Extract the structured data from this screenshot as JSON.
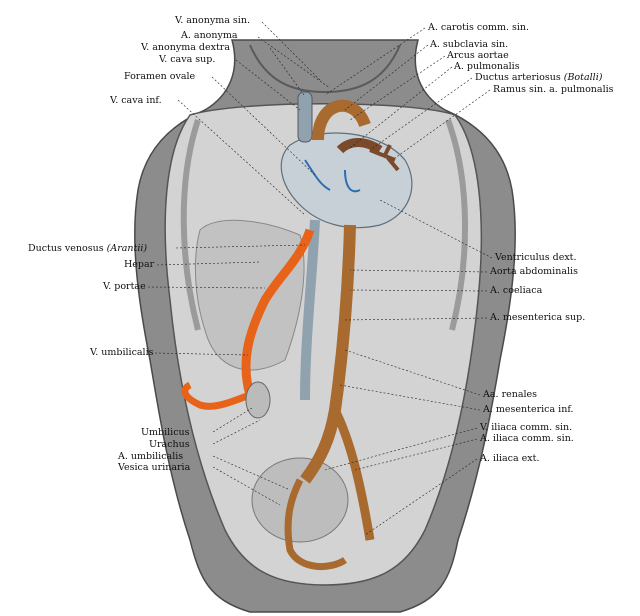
{
  "labels": {
    "v_anonyma_sin": "V. anonyma sin.",
    "a_anonyma": "A. anonyma",
    "v_anonyma_dextra": "V. anonyma dextra",
    "v_cava_sup": "V. cava sup.",
    "foramen_ovale": "Foramen ovale",
    "v_cava_inf": "V. cava inf.",
    "ductus_venosus": "Ductus venosus",
    "ductus_venosus_author": "(Arantii)",
    "hepar": "Hepar",
    "v_portae": "V. portae",
    "v_umbilicalis": "V. umbilicalis",
    "umbilicus": "Umbilicus",
    "urachus": "Urachus",
    "a_umbilicalis": "A. umbilicalis",
    "vesica_urinaria": "Vesica urinaria",
    "a_carotis_comm_sin": "A. carotis comm. sin.",
    "a_subclavia_sin": "A. subclavia sin.",
    "arcus_aortae": "Arcus aortae",
    "a_pulmonalis": "A. pulmonalis",
    "ductus_arteriosus": "Ductus arteriosus",
    "ductus_arteriosus_author": "(Botalli)",
    "ramus_sin_a_pulmonalis": "Ramus sin. a. pulmonalis",
    "ventriculus_dext": "Ventriculus dext.",
    "aorta_abdominalis": "Aorta abdominalis",
    "a_coeliaca": "A. coeliaca",
    "a_mesenterica_sup": "A. mesenterica sup.",
    "aa_renales": "Aa. renales",
    "a_mesenterica_inf": "A. mesenterica inf.",
    "v_iliaca_comm_sin": "V. iliaca comm. sin.",
    "a_iliaca_comm_sin": "A. iliaca comm. sin.",
    "a_iliaca_ext": "A. iliaca ext."
  },
  "colors": {
    "body": "#9a9a9a",
    "cavity": "#cfcfcf",
    "artery": "#a86a2e",
    "umbilical_vein": "#e8631a",
    "vein": "#8fa2ad",
    "heart": "#c7d0d6"
  }
}
